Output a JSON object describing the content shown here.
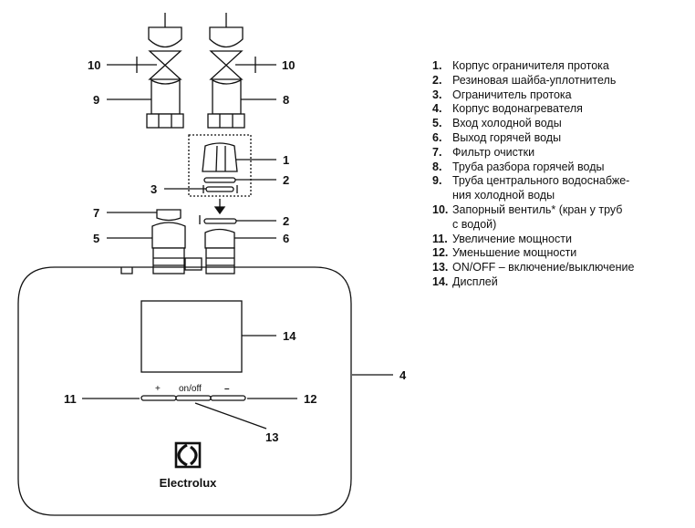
{
  "callouts": {
    "c1": "1",
    "c2a": "2",
    "c2b": "2",
    "c3": "3",
    "c4": "4",
    "c5": "5",
    "c6": "6",
    "c7": "7",
    "c8": "8",
    "c9": "9",
    "c10a": "10",
    "c10b": "10",
    "c11": "11",
    "c12": "12",
    "c13": "13",
    "c14": "14"
  },
  "panel": {
    "plus_label": "+",
    "onoff_label": "on/off",
    "minus_label": "–",
    "brand": "Electrolux"
  },
  "legend": [
    {
      "num": "1.",
      "text": "Корпус ограничителя протока"
    },
    {
      "num": "2.",
      "text": "Резиновая шайба-уплотнитель"
    },
    {
      "num": "3.",
      "text": "Ограничитель протока"
    },
    {
      "num": "4.",
      "text": "Корпус водонагревателя"
    },
    {
      "num": "5.",
      "text": "Вход холодной воды"
    },
    {
      "num": "6.",
      "text": "Выход горячей воды"
    },
    {
      "num": "7.",
      "text": "Фильтр очистки"
    },
    {
      "num": "8.",
      "text": "Труба разбора горячей воды"
    },
    {
      "num": "9.",
      "text": "Труба центрального водоснабже-\nния холодной воды"
    },
    {
      "num": "10.",
      "text": "Запорный вентиль* (кран у труб\nс водой)"
    },
    {
      "num": "11.",
      "text": "Увеличение мощности"
    },
    {
      "num": "12.",
      "text": "Уменьшение мощности"
    },
    {
      "num": "13.",
      "text": "ON/OFF – включение/выключение"
    },
    {
      "num": "14.",
      "text": "Дисплей"
    }
  ]
}
